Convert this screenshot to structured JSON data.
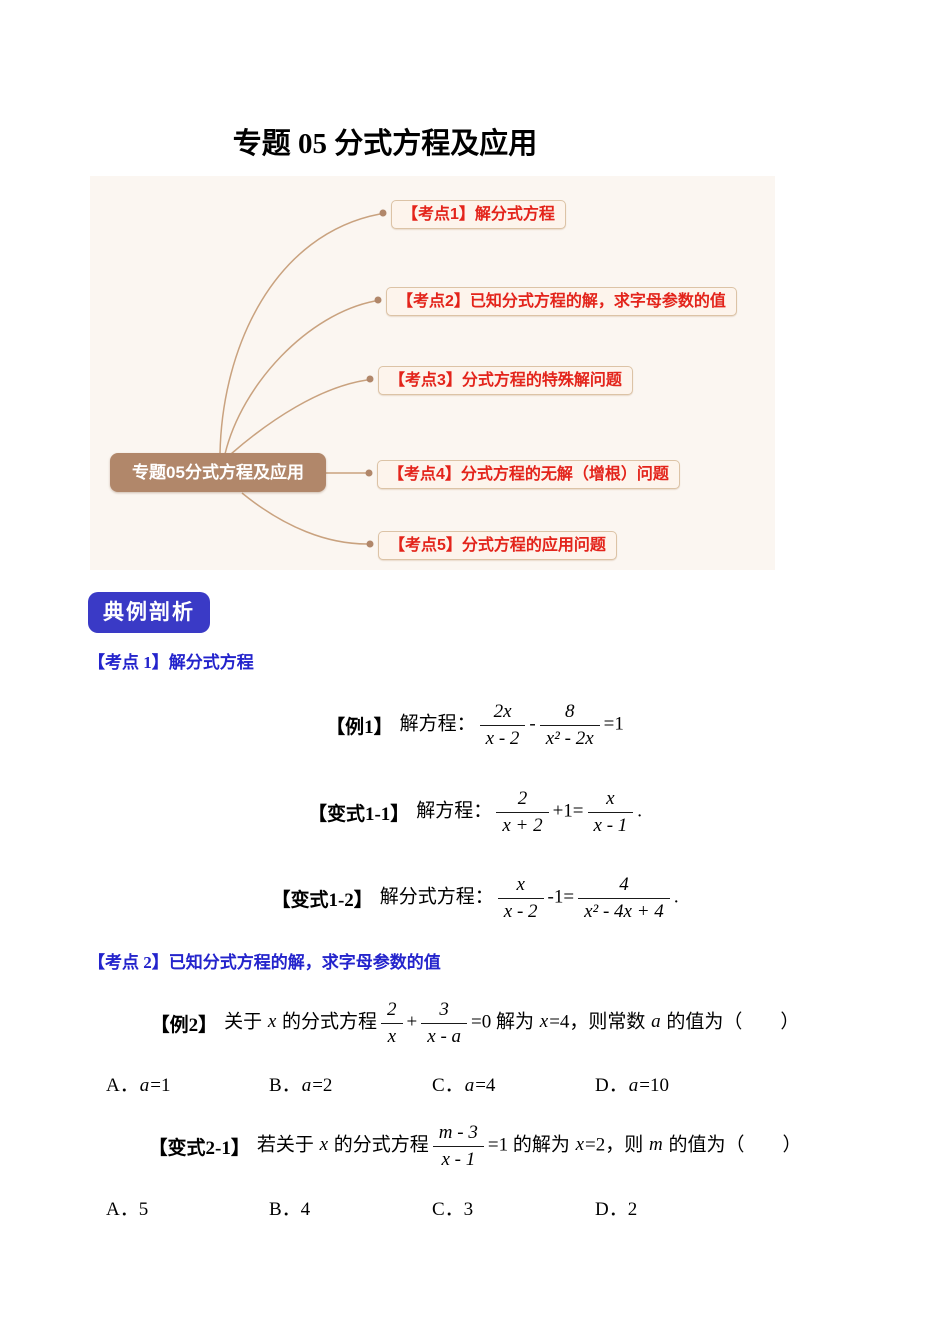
{
  "page": {
    "title": "专题 05 分式方程及应用"
  },
  "mindmap": {
    "root_label": "专题05分式方程及应用",
    "nodes": [
      {
        "label": "【考点1】解分式方程"
      },
      {
        "label": "【考点2】已知分式方程的解，求字母参数的值"
      },
      {
        "label": "【考点3】分式方程的特殊解问题"
      },
      {
        "label": "【考点4】分式方程的无解（增根）问题"
      },
      {
        "label": "【考点5】分式方程的应用问题"
      }
    ],
    "colors": {
      "root_bg": "#b1876a",
      "node_bg": "#fdf4ec",
      "node_border": "#dcc3a6",
      "node_text": "#e3241b",
      "connector_line": "#c9a27f"
    }
  },
  "sections": {
    "badge": "典例剖析",
    "badge_color": "#3a3ac6",
    "kaodian1_heading": "【考点 1】解分式方程",
    "kaodian2_heading": "【考点 2】已知分式方程的解，求字母参数的值",
    "heading_color": "#2424cc"
  },
  "problems": {
    "ex1": {
      "label": "【例1】",
      "tokens": [
        {
          "k": "t",
          "v": "解方程："
        },
        {
          "k": "f",
          "n": "2x",
          "d": "x - 2"
        },
        {
          "k": "t",
          "v": "-"
        },
        {
          "k": "f",
          "n": "8",
          "d": "x² - 2x"
        },
        {
          "k": "t",
          "v": "=1"
        }
      ]
    },
    "var1_1": {
      "label": "【变式1-1】",
      "tokens": [
        {
          "k": "t",
          "v": "解方程："
        },
        {
          "k": "f",
          "n": "2",
          "d": "x + 2"
        },
        {
          "k": "t",
          "v": "+1="
        },
        {
          "k": "f",
          "n": "x",
          "d": "x - 1"
        },
        {
          "k": "t",
          "v": "."
        }
      ]
    },
    "var1_2": {
      "label": "【变式1-2】",
      "tokens": [
        {
          "k": "t",
          "v": "解分式方程："
        },
        {
          "k": "f",
          "n": "x",
          "d": "x - 2"
        },
        {
          "k": "t",
          "v": "-1="
        },
        {
          "k": "f",
          "n": "4",
          "d": "x² - 4x + 4"
        },
        {
          "k": "t",
          "v": "."
        }
      ]
    },
    "ex2": {
      "label": "【例2】",
      "tokens": [
        {
          "k": "t",
          "v": "关于 "
        },
        {
          "k": "v",
          "v": "x"
        },
        {
          "k": "t",
          "v": " 的分式方程"
        },
        {
          "k": "f",
          "n": "2",
          "d": "x"
        },
        {
          "k": "t",
          "v": "+"
        },
        {
          "k": "f",
          "n": "3",
          "d": "x - a"
        },
        {
          "k": "t",
          "v": "=0 解为 "
        },
        {
          "k": "v",
          "v": "x"
        },
        {
          "k": "t",
          "v": "=4，则常数 "
        },
        {
          "k": "v",
          "v": "a"
        },
        {
          "k": "t",
          "v": " 的值为（　　）"
        }
      ],
      "options": [
        [
          {
            "k": "t",
            "v": "A．"
          },
          {
            "k": "v",
            "v": "a"
          },
          {
            "k": "t",
            "v": "=1"
          }
        ],
        [
          {
            "k": "t",
            "v": "B．"
          },
          {
            "k": "v",
            "v": "a"
          },
          {
            "k": "t",
            "v": "=2"
          }
        ],
        [
          {
            "k": "t",
            "v": "C．"
          },
          {
            "k": "v",
            "v": "a"
          },
          {
            "k": "t",
            "v": "=4"
          }
        ],
        [
          {
            "k": "t",
            "v": "D．"
          },
          {
            "k": "v",
            "v": "a"
          },
          {
            "k": "t",
            "v": "=10"
          }
        ]
      ]
    },
    "var2_1": {
      "label": "【变式2-1】",
      "tokens": [
        {
          "k": "t",
          "v": "若关于 "
        },
        {
          "k": "v",
          "v": "x"
        },
        {
          "k": "t",
          "v": " 的分式方程"
        },
        {
          "k": "f",
          "n": "m - 3",
          "d": "x - 1"
        },
        {
          "k": "t",
          "v": "=1 的解为 "
        },
        {
          "k": "v",
          "v": "x"
        },
        {
          "k": "t",
          "v": "=2，则 "
        },
        {
          "k": "v",
          "v": "m"
        },
        {
          "k": "t",
          "v": " 的值为（　　）"
        }
      ],
      "options": [
        [
          {
            "k": "t",
            "v": "A．5"
          }
        ],
        [
          {
            "k": "t",
            "v": "B．4"
          }
        ],
        [
          {
            "k": "t",
            "v": "C．3"
          }
        ],
        [
          {
            "k": "t",
            "v": "D．2"
          }
        ]
      ]
    }
  }
}
